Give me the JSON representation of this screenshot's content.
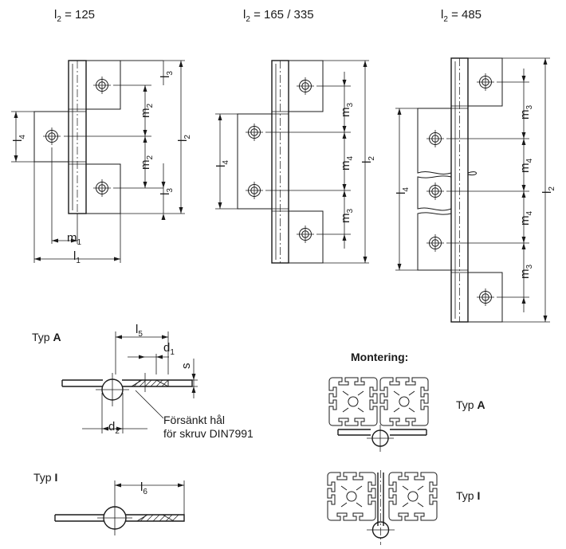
{
  "variants": [
    {
      "label_sym": "l",
      "label_sub": "2",
      "label_val": " = 125"
    },
    {
      "label_sym": "l",
      "label_sub": "2",
      "label_val": " = 165 / 335"
    },
    {
      "label_sym": "l",
      "label_sub": "2",
      "label_val": " = 485"
    }
  ],
  "dims": {
    "l1": {
      "s": "l",
      "b": "1"
    },
    "l2": {
      "s": "l",
      "b": "2"
    },
    "l3": {
      "s": "l",
      "b": "3"
    },
    "l4": {
      "s": "l",
      "b": "4"
    },
    "l5": {
      "s": "l",
      "b": "5"
    },
    "l6": {
      "s": "l",
      "b": "6"
    },
    "m1": {
      "s": "m",
      "b": "1"
    },
    "m2": {
      "s": "m",
      "b": "2"
    },
    "m3": {
      "s": "m",
      "b": "3"
    },
    "m4": {
      "s": "m",
      "b": "4"
    },
    "d1": {
      "s": "d",
      "b": "1"
    },
    "d2": {
      "s": "d",
      "b": "2"
    },
    "s": "s"
  },
  "section_a": {
    "prefix": "Typ ",
    "type": "A"
  },
  "section_i": {
    "prefix": "Typ ",
    "type": "I"
  },
  "countersink_note": [
    "Försänkt hål",
    "för skruv DIN7991"
  ],
  "mounting": {
    "title": "Montering:",
    "a_prefix": "Typ ",
    "a_type": "A",
    "i_prefix": "Typ ",
    "i_type": "I"
  }
}
